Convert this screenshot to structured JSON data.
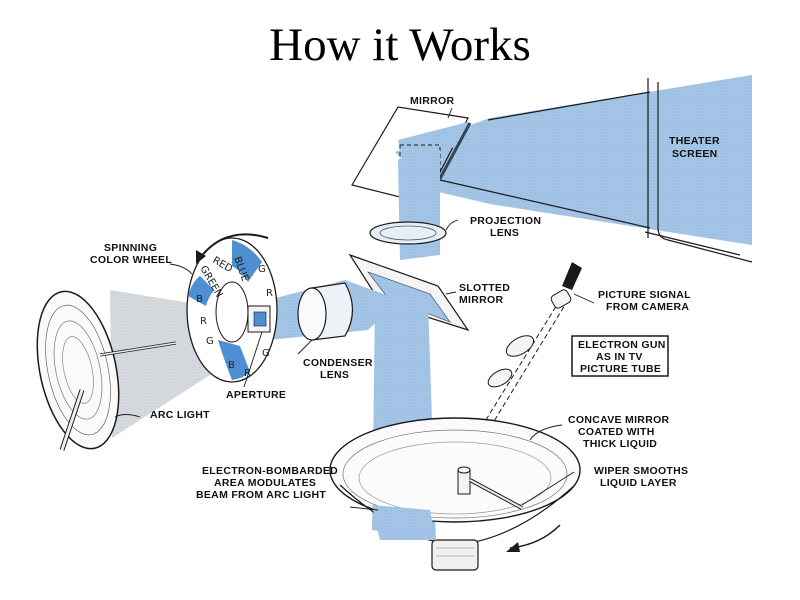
{
  "title": "How it Works",
  "colors": {
    "beam_blue": "#9fc3e6",
    "beam_blue_dark": "#4d8fd1",
    "arc_beam_gray": "#d4d9de",
    "ink": "#1a1a1a"
  },
  "labels": {
    "mirror": "MIRROR",
    "theater_screen": [
      "THEATER",
      "SCREEN"
    ],
    "projection_lens": [
      "PROJECTION",
      "LENS"
    ],
    "slotted_mirror": [
      "SLOTTED",
      "MIRROR"
    ],
    "spinning_color_wheel": [
      "SPINNING",
      "COLOR WHEEL"
    ],
    "picture_signal": [
      "PICTURE SIGNAL",
      "FROM CAMERA"
    ],
    "electron_gun": [
      "ELECTRON GUN",
      "AS IN TV",
      "PICTURE TUBE"
    ],
    "condenser_lens": [
      "CONDENSER",
      "LENS"
    ],
    "aperture": "APERTURE",
    "arc_light": "ARC LIGHT",
    "concave_mirror": [
      "CONCAVE MIRROR",
      "COATED WITH",
      "THICK LIQUID"
    ],
    "electron_bombarded": [
      "ELECTRON-BOMBARDED",
      "AREA MODULATES",
      "BEAM FROM ARC LIGHT"
    ],
    "wiper": [
      "WIPER SMOOTHS",
      "LIQUID LAYER"
    ]
  },
  "color_wheel": {
    "segments": [
      "BLUE",
      "RED",
      "GREEN",
      "G",
      "R",
      "B",
      "R",
      "G",
      "B",
      "R",
      "G",
      "B",
      "G",
      "R"
    ],
    "blue_segment_label": "B",
    "red_segment_label": "R",
    "green_segment_label": "G",
    "word_blue": "BLUE",
    "word_red": "RED",
    "word_green": "GREEN"
  }
}
